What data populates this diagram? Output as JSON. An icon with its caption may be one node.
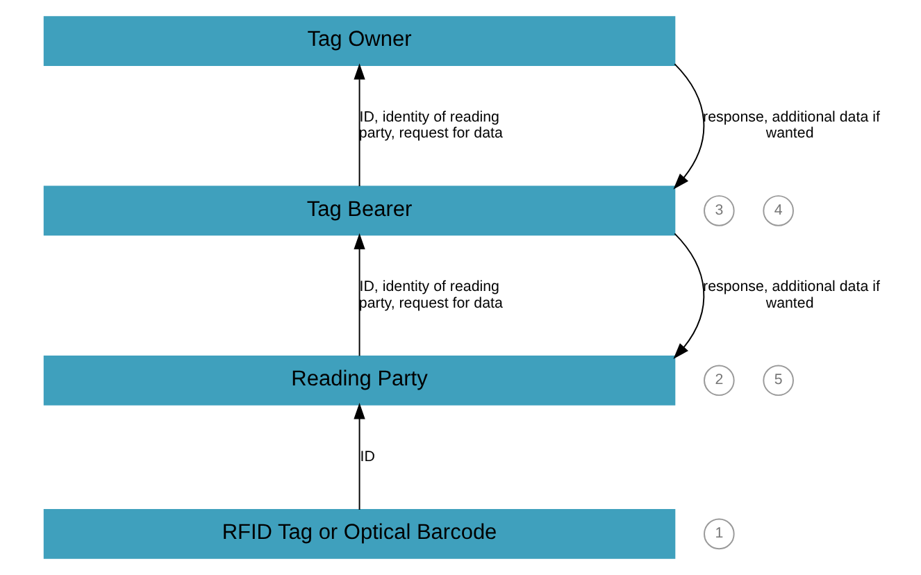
{
  "diagram": {
    "nodes": [
      {
        "text": [
          "Tag Owner"
        ]
      },
      {
        "text": [
          "3"
        ]
      },
      {
        "text": [
          "4"
        ]
      },
      {
        "text": [
          "Tag Bearer"
        ]
      },
      {
        "text": [
          "2"
        ]
      },
      {
        "text": [
          "5"
        ]
      },
      {
        "text": [
          "Reading Party"
        ]
      },
      {
        "text": [
          "1"
        ]
      },
      {
        "text": [
          "RFID Tag or Optical Barcode"
        ]
      }
    ],
    "edges": [
      {
        "from": 3,
        "to": 0,
        "arrow": "to",
        "label": "ID, identity of reading party, request for data"
      },
      {
        "from": 0,
        "to": 3,
        "arrow": "to",
        "label": "response, additional data if wanted"
      },
      {
        "from": 6,
        "to": 3,
        "arrow": "to",
        "label": "ID, identity of reading party, request for data"
      },
      {
        "from": 3,
        "to": 6,
        "arrow": "to",
        "label": "response, additional data if wanted"
      },
      {
        "from": 8,
        "to": 6,
        "arrow": "to",
        "label": "ID"
      }
    ]
  }
}
